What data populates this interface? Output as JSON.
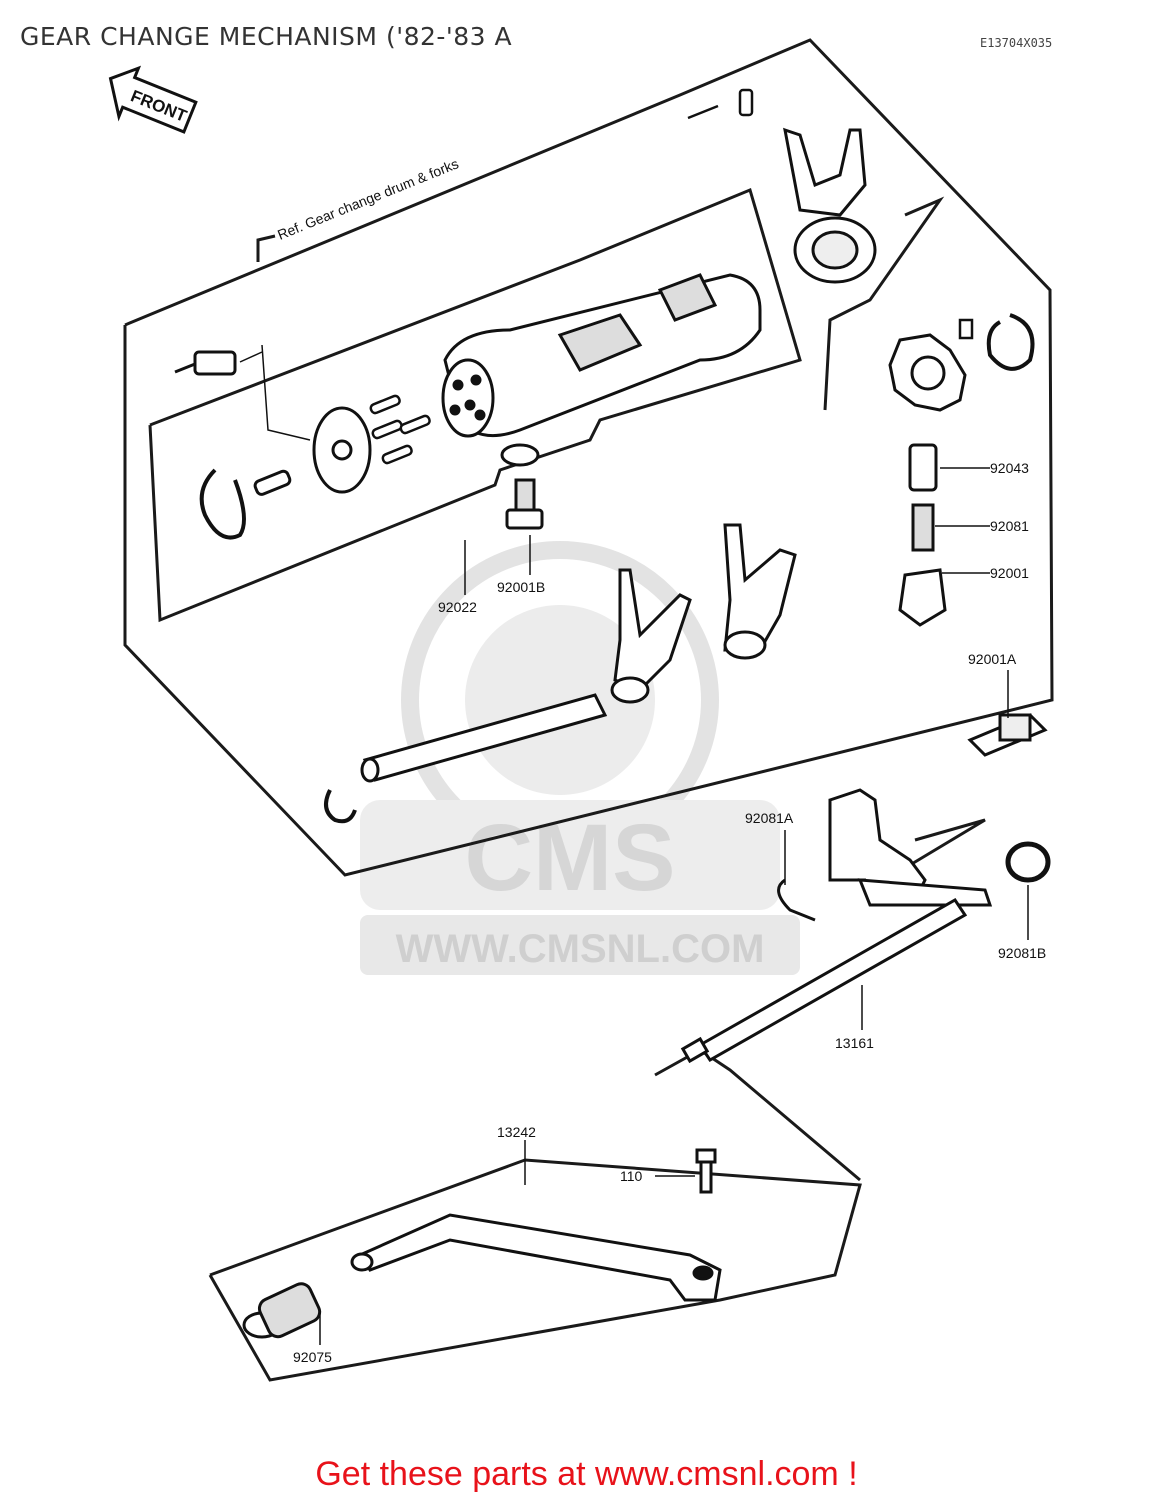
{
  "header": {
    "title": "GEAR CHANGE MECHANISM ('82-'83 A",
    "code": "E13704X035"
  },
  "labels": {
    "front": "FRONT",
    "ref": "Ref. Gear change drum & forks"
  },
  "part_numbers": {
    "p92043": "92043",
    "p92081": "92081",
    "p92001": "92001",
    "p92001A": "92001A",
    "p92001B": "92001B",
    "p92022": "92022",
    "p92081A": "92081A",
    "p92081B": "92081B",
    "p13161": "13161",
    "p13242": "13242",
    "p110": "110",
    "p92075": "92075"
  },
  "watermark": {
    "brand": "CMS",
    "url": "WWW.CMSNL.COM"
  },
  "footer": {
    "text_before": "Get these parts at ",
    "link": "www.cmsnl.com",
    "text_after": " !"
  },
  "colors": {
    "footer": "#e8121a",
    "line": "#1a1a1a",
    "watermark": "#d9d9d9"
  }
}
